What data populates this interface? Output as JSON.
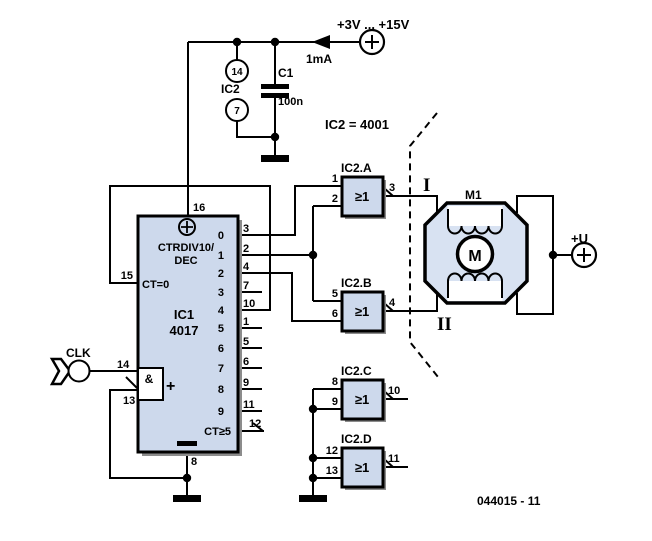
{
  "power": {
    "supply_range": "+3V ... +15V",
    "supply_current": "1mA",
    "motor_supply": "+U"
  },
  "decoupling": {
    "cap_ref": "C1",
    "cap_value": "100n",
    "ic_ref": "IC2",
    "pin_vdd": "14",
    "pin_vss": "7"
  },
  "note": "IC2 = 4001",
  "clk_label": "CLK",
  "ic1": {
    "ref": "IC1",
    "part": "4017",
    "function_line1": "CTRDIV10/",
    "function_line2": "DEC",
    "reset_label": "CT=0",
    "carry_label": "CT≥5",
    "and_label": "&",
    "plus_label": "+",
    "pin_vdd": "16",
    "pin_gnd": "8",
    "pin_reset": "15",
    "pin_clk": "14",
    "pin_enable": "13",
    "pin_carry": "12",
    "outputs": [
      {
        "q": "0",
        "pin": "3"
      },
      {
        "q": "1",
        "pin": "2"
      },
      {
        "q": "2",
        "pin": "4"
      },
      {
        "q": "3",
        "pin": "7"
      },
      {
        "q": "4",
        "pin": "10"
      },
      {
        "q": "5",
        "pin": "1"
      },
      {
        "q": "6",
        "pin": "5"
      },
      {
        "q": "7",
        "pin": "6"
      },
      {
        "q": "8",
        "pin": "9"
      },
      {
        "q": "9",
        "pin": "11"
      }
    ]
  },
  "gates": [
    {
      "name": "IC2.A",
      "symbol": "≥1",
      "in_a": "1",
      "in_b": "2",
      "out": "3"
    },
    {
      "name": "IC2.B",
      "symbol": "≥1",
      "in_a": "5",
      "in_b": "6",
      "out": "4"
    },
    {
      "name": "IC2.C",
      "symbol": "≥1",
      "in_a": "8",
      "in_b": "9",
      "out": "10"
    },
    {
      "name": "IC2.D",
      "symbol": "≥1",
      "in_a": "12",
      "in_b": "13",
      "out": "11"
    }
  ],
  "motor": {
    "ref": "M1",
    "symbol": "M",
    "phase_i": "I",
    "phase_ii": "II"
  },
  "figure_number": "044015 - 11",
  "colors": {
    "wire": "#000000",
    "ic_fill": "#cdd9ec",
    "motor_fill": "#d8e2f2",
    "shadow": "#8c8c8c",
    "background": "#ffffff"
  }
}
